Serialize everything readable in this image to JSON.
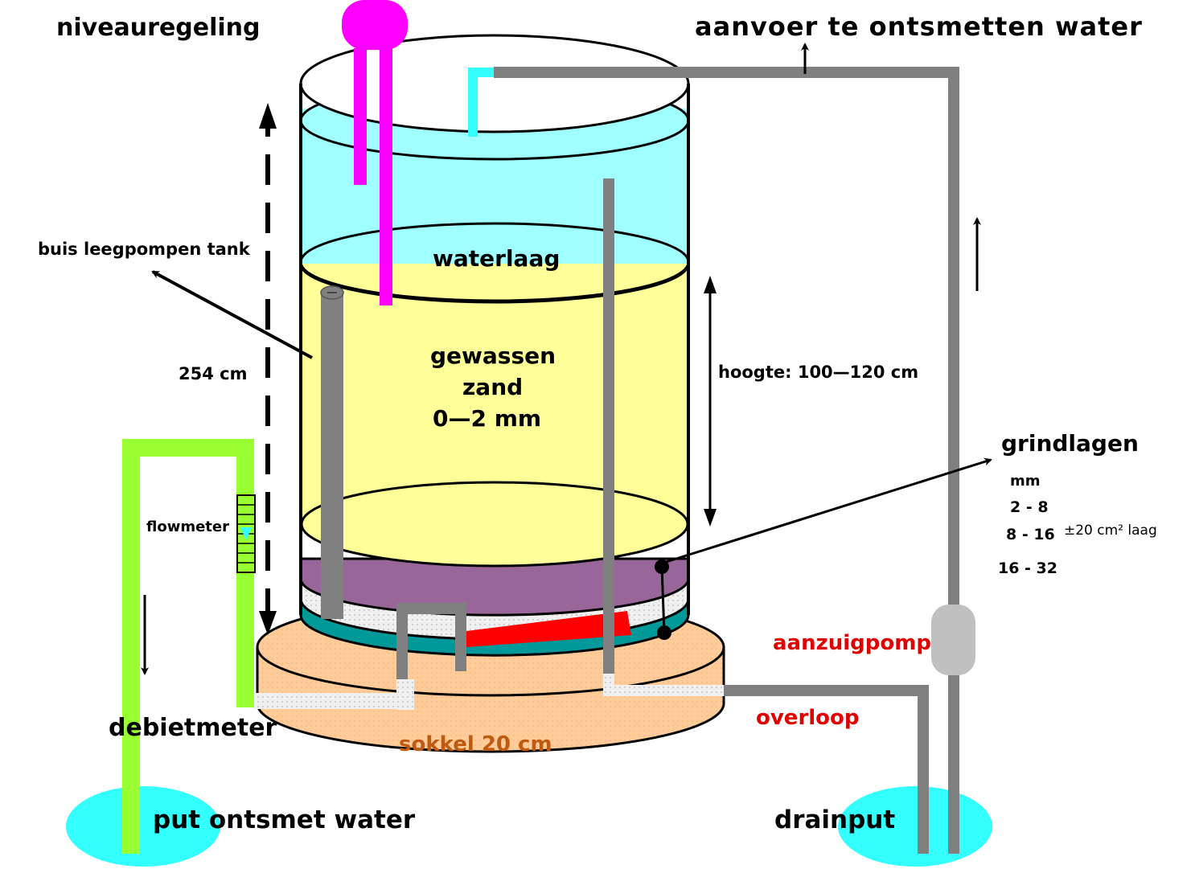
{
  "title": "Zandfilter opstelling",
  "labels": {
    "niveauregeling": "niveauregeling",
    "aanvoer": "aanvoer te ontsmetten water",
    "buis_leegpompen": "buis leegpompen tank",
    "hoogte_totaal": "254 cm",
    "waterlaag": "waterlaag",
    "zand_line1": "gewassen",
    "zand_line2": "zand",
    "zand_line3": "0—2 mm",
    "hoogte_zand": "hoogte: 100—120 cm",
    "grindlagen": "grindlagen",
    "grind_unit": "mm",
    "grind_layers": [
      "2 - 8",
      "8 - 16",
      "16 - 32"
    ],
    "grind_note": "±20 cm² laag",
    "flowmeter": "flowmeter",
    "debietmeter": "debietmeter",
    "aanzuigpomp": "aanzuigpomp",
    "overloop": "overloop",
    "sokkel": "sokkel 20 cm",
    "put": "put ontsmet water",
    "drainput": "drainput"
  },
  "colors": {
    "water": "#a0ffff",
    "sand": "#ffff99",
    "purple_layer": "#996699",
    "white_layer": "#eeeeee",
    "teal_layer": "#009999",
    "red_layer": "#ff0000",
    "base": "#ffcc99",
    "pipe_gray": "#808080",
    "pipe_green": "#99ff33",
    "magenta": "#ff00ff",
    "cyan": "#33ffff",
    "pump": "#c0c0c0"
  }
}
